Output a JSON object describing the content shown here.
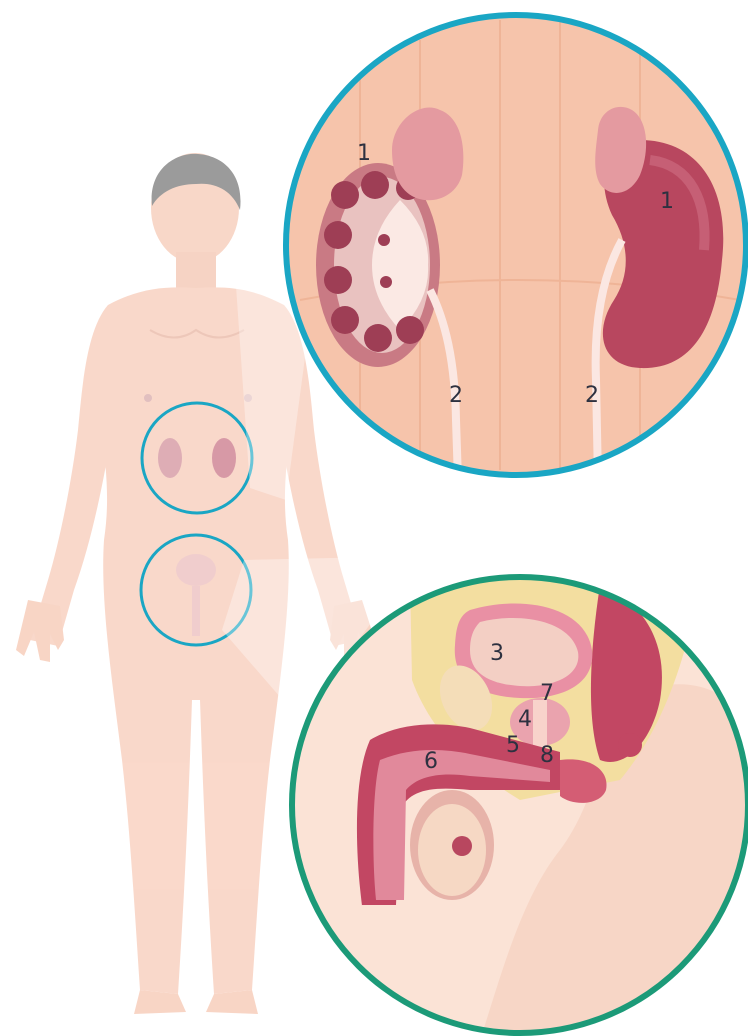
{
  "diagram": {
    "upper_zoom": {
      "topic": "kidneys and ureters",
      "ring_color": "#1aa6c4",
      "labels": [
        "1",
        "1",
        "2",
        "2"
      ]
    },
    "lower_zoom": {
      "topic": "male urinary and reproductive organs, sagittal section",
      "ring_color": "#1c9a78",
      "labels": [
        "3",
        "7",
        "4",
        "5",
        "8",
        "6"
      ]
    },
    "colors": {
      "skin": "#f6c6ad",
      "kidney": "#b8475f",
      "tissue_pink": "#e79aa8",
      "fat_yellow": "#f3dea0"
    }
  }
}
